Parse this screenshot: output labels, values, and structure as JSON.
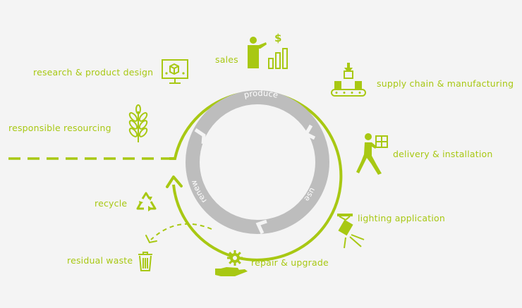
{
  "colors": {
    "accent": "#a8c813",
    "ring": "#bdbdbd",
    "ring_text": "#ffffff",
    "background": "#f4f4f4"
  },
  "cycle": {
    "inner_labels": [
      "produce",
      "use",
      "renew"
    ]
  },
  "stages": {
    "research": "research & product design",
    "sales": "sales",
    "supply": "supply chain & manufacturing",
    "delivery": "delivery & installation",
    "lighting": "lighting application",
    "repair": "repair & upgrade",
    "residual": "residual waste",
    "recycle": "recycle",
    "resourcing": "responsible resourcing"
  },
  "icons": {
    "research": "monitor-cube-icon",
    "sales": "presenter-chart-icon",
    "supply": "conveyor-crane-icon",
    "delivery": "walking-courier-icon",
    "lighting": "spotlight-icon",
    "repair": "hand-gear-icon",
    "residual": "trash-bin-icon",
    "recycle": "recycle-icon",
    "resourcing": "wheat-icon"
  }
}
